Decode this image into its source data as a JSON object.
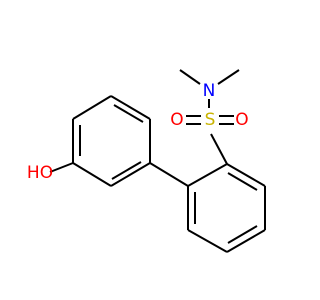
{
  "molecule": {
    "atoms": {
      "oxygen_hydroxyl": {
        "text": "HO",
        "color": "#ff0000"
      },
      "sulfur": {
        "text": "S",
        "color": "#c9b400"
      },
      "nitrogen": {
        "text": "N",
        "color": "#0000ff"
      },
      "oxygen_sulfonyl_1": {
        "text": "O",
        "color": "#ff0000"
      },
      "oxygen_sulfonyl_2": {
        "text": "O",
        "color": "#ff0000"
      }
    },
    "bond_color": "#000000",
    "background": "#ffffff"
  }
}
